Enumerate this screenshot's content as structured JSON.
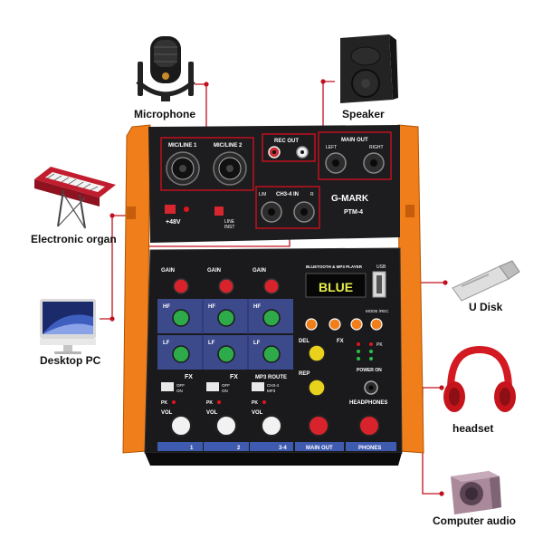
{
  "devices": {
    "microphone": "Microphone",
    "speaker": "Speaker",
    "organ": "Electronic organ",
    "pc": "Desktop PC",
    "udisk": "U Disk",
    "headset": "headset",
    "computer_audio": "Computer audio"
  },
  "mixer": {
    "brand": "G-MARK",
    "model": "PTM-4",
    "mic_line_1": "MIC/LINE 1",
    "mic_line_2": "MIC/LINE 2",
    "phantom": "+48V",
    "rec_out": "REC OUT",
    "main_out": "MAIN OUT",
    "main_out_left": "LEFT",
    "main_out_right": "RIGHT",
    "ch34_in": "CH3-4 IN",
    "ch34_l": "L/M",
    "ch34_r": "R",
    "line_inst_a": "LINE",
    "line_inst_b": "INST",
    "bt_label": "BLUETOOTH & MP3 PLAYER",
    "usb": "USB",
    "display": "BLUE",
    "gain": "GAIN",
    "hf": "HF",
    "lf": "LF",
    "fx": "FX",
    "off": "OFF",
    "on": "ON",
    "mp3_route": "MP3 ROUTE",
    "route_ch34": "CH3-4",
    "route_mp3": "MP3",
    "pk": "PK",
    "vol": "VOL",
    "del": "DEL",
    "rep": "REP",
    "power_on": "POWER ON",
    "headphones": "HEADPHONES",
    "mode_rec": "MODE /REC",
    "ch_labels": [
      "1",
      "2",
      "3-4"
    ],
    "main_out_footer": "MAIN OUT",
    "phones_footer": "PHONES"
  },
  "colors": {
    "orange": "#f07e1a",
    "panel": "#1d1d1f",
    "eq_blue": "#3c4a8c",
    "footer_blue": "#3f5bb0",
    "callout_red": "#c0101e"
  }
}
